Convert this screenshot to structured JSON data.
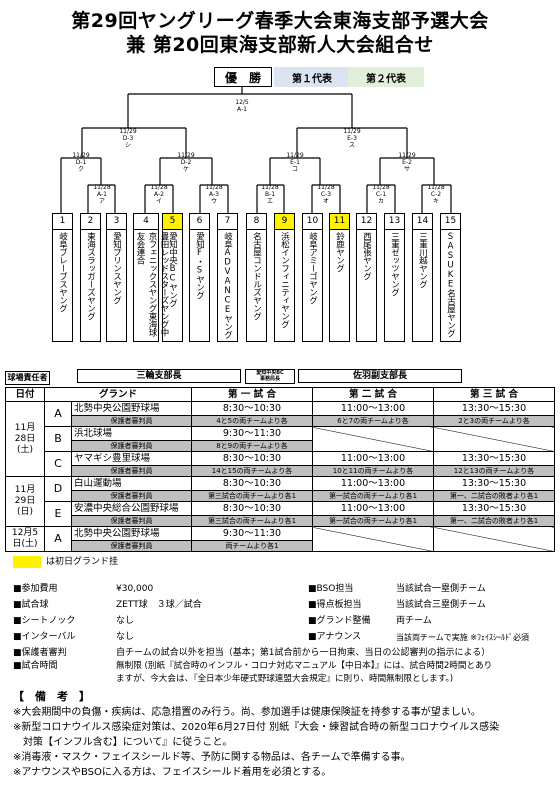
{
  "title": {
    "line1": "第29回ヤングリーグ春季大会東海支部予選大会",
    "line2": "兼 第20回東海支部新人大会組合せ"
  },
  "legend": {
    "winner": "優　勝",
    "rep1": "第１代表",
    "rep2": "第２代表"
  },
  "rounds": {
    "final": "12/5\nA-1",
    "semi_left": "11/29\nD-3\nシ",
    "semi_right": "11/29\nE-3\nス",
    "qf1": "11/29\nD-1\nク",
    "qf2": "11/29\nD-2\nケ",
    "qf3": "11/29\nE-1\nコ",
    "qf4": "11/29\nE-2\nサ",
    "r1": "11/28\nA-1\nア",
    "r2": "11/28\nA-2\nイ",
    "r3": "11/28\nA-3\nウ",
    "r4": "11/28\nB-1\nエ",
    "r5": "11/28\nC-3\nオ",
    "r6": "11/28\nC-1\nカ",
    "r7": "11/28\nC-2\nキ"
  },
  "teams": [
    {
      "num": "1",
      "name": "岐阜ブレーブスヤング"
    },
    {
      "num": "2",
      "name": "東海スラッガーズヤング"
    },
    {
      "num": "3",
      "name": "愛知プリンスヤング"
    },
    {
      "num": "4",
      "name": "豊田レッドスターズヤング中京フェニックスヤング東海球友会連合"
    },
    {
      "num": "5",
      "name": "愛知中央BCヤング"
    },
    {
      "num": "6",
      "name": "愛知F・Sヤング"
    },
    {
      "num": "7",
      "name": "岐阜ADVANCEヤング"
    },
    {
      "num": "8",
      "name": "名古屋コンドルズヤング"
    },
    {
      "num": "9",
      "name": "浜松インフィニティヤング"
    },
    {
      "num": "10",
      "name": "岐阜アミーゴヤング"
    },
    {
      "num": "11",
      "name": "鈴鹿ヤング"
    },
    {
      "num": "12",
      "name": "西尾張ヤング"
    },
    {
      "num": "13",
      "name": "三重ゼッツヤング"
    },
    {
      "num": "14",
      "name": "三重川越ヤング"
    },
    {
      "num": "15",
      "name": "SASUKE名古屋ヤング"
    }
  ],
  "captains": {
    "label": "球場責任者",
    "g1": "三輪支部長",
    "g2": "愛知中央BC\n事務局長",
    "g3": "佐羽副支部長"
  },
  "schedule": {
    "headers": {
      "date": "日付",
      "ground": "グランド",
      "g1": "第 一 試 合",
      "g2": "第 二 試 合",
      "g3": "第 三 試 合"
    },
    "dates": {
      "d1": "11月28日(土)",
      "d2": "11月29日(日)",
      "d3": "12月5日(土)"
    },
    "rows": [
      {
        "code": "A",
        "ground": "北勢中央公園野球場",
        "t1": "8:30～10:30",
        "t2": "11:00～13:00",
        "t3": "13:30～15:30",
        "sub": "保護者審判員",
        "s1": "4と5の両チームより各",
        "s2": "6と7の両チームより各",
        "s3": "2と3の両チームより各"
      },
      {
        "code": "B",
        "ground": "浜北球場",
        "t1": "9:30～11:30",
        "t2": "",
        "t3": "",
        "sub": "保護者審判員",
        "s1": "8と9の両チームより各",
        "s2": "",
        "s3": ""
      },
      {
        "code": "C",
        "ground": "ヤマギシ豊里球場",
        "t1": "8:30～10:30",
        "t2": "11:00～13:00",
        "t3": "13:30～15:30",
        "sub": "保護者審判員",
        "s1": "14と15の両チームより各",
        "s2": "10と11の両チームより各",
        "s3": "12と13の両チームより各"
      },
      {
        "code": "D",
        "ground": "白山運動場",
        "t1": "8:30～10:30",
        "t2": "11:00～13:00",
        "t3": "13:30～15:30",
        "sub": "保護者審判員",
        "s1": "第三試合の両チームより各1",
        "s2": "第一試合の両チームより各1",
        "s3": "第一、二試合の敗者より各1"
      },
      {
        "code": "E",
        "ground": "安濃中央総合公園野球場",
        "t1": "8:30～10:30",
        "t2": "11:00～13:00",
        "t3": "13:30～15:30",
        "sub": "保護者審判員",
        "s1": "第三試合の両チームより各1",
        "s2": "第一試合の両チームより各1",
        "s3": "第一、二試合の敗者より各1"
      },
      {
        "code": "A",
        "ground": "北勢中央公園野球場",
        "t1": "9:30～11:30",
        "t2": "",
        "t3": "",
        "sub": "保護者審判員",
        "s1": "両チームより各1",
        "s2": "",
        "s3": ""
      }
    ]
  },
  "key_note": "は初日グランド挂",
  "info": [
    {
      "label": "■参加費用",
      "value": "¥30,000",
      "label2": "■BSO担当",
      "value2": "当該試合一塁側チーム"
    },
    {
      "label": "■試合球",
      "value": "ZETT球　３球／試合",
      "label2": "■得点板担当",
      "value2": "当該試合三塁側チーム"
    },
    {
      "label": "■シートノック",
      "value": "なし",
      "label2": "■グランド整備",
      "value2": "両チーム"
    },
    {
      "label": "■インターバル",
      "value": "なし",
      "label2": "■アナウンス",
      "value2": "当該両チームで実施 ※ﾌｪｲｽｼｰﾙﾄﾞ必須"
    }
  ],
  "referee": {
    "label": "■保護者審判",
    "value": "自チームの試合以外を担当（基本；第1試合前から一日拘束、当日の公認審判の指示による）"
  },
  "gametime": {
    "label": "■試合時間",
    "value": "無制限 (別紙『試合時のインフル・コロナ対応マニュアル【中日本】』には、試合時間2時間とあり",
    "value2": "ますが、今大会は、『全日本少年硬式野球連盟大会規定』に則り、時間無制限とします。)"
  },
  "remarks": {
    "heading": "【　備　考　】",
    "lines": [
      "※大会期間中の負傷・疾病は、応急措置のみ行う。尚、参加選手は健康保険証を持参する事が望ましい。",
      "※新型コロナウイルス感染症対策は、2020年6月27日付 別紙『大会・練習試合時の新型コロナウイルス感染",
      "　対策【インフル含む】について』に従うこと。",
      "※消毒液・マスク・フェイスシールド等、予防に関する物品は、各チームで準備する事。",
      "※アナウンスやBSOに入る方は、フェイスシールド着用を必須とする。"
    ]
  }
}
